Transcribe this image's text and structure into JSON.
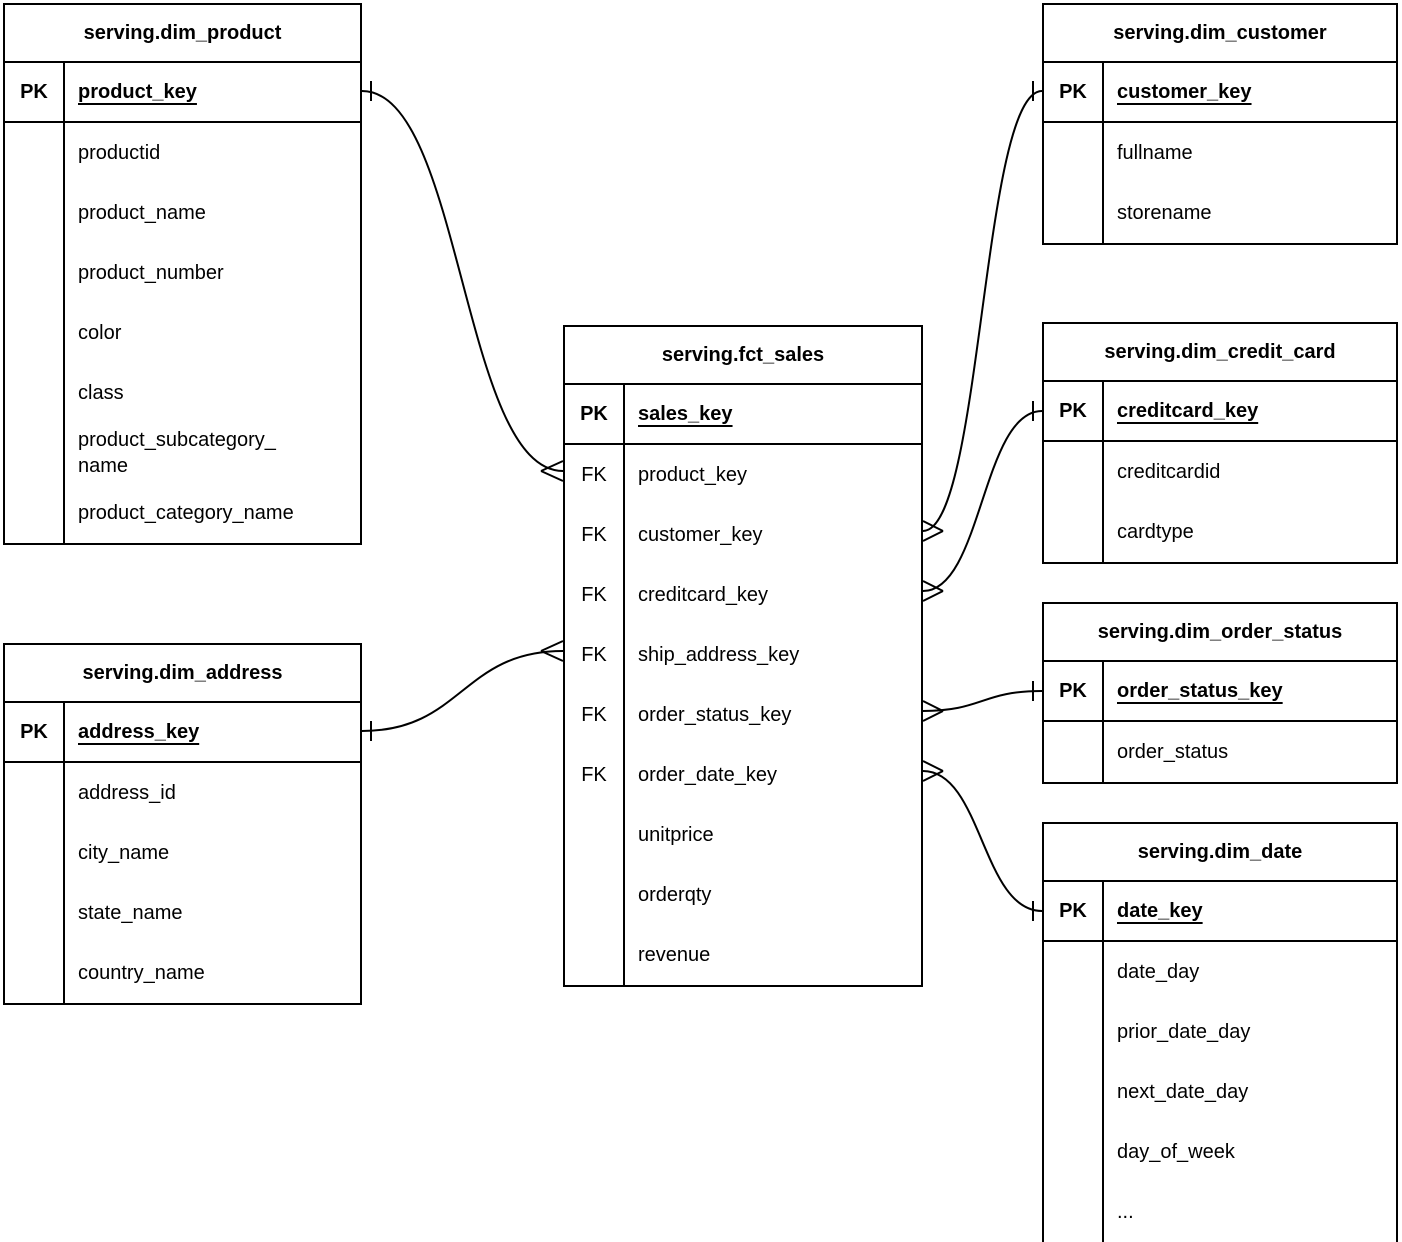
{
  "diagram": {
    "background_color": "#ffffff",
    "stroke_color": "#000000",
    "text_color": "#000000",
    "tables": [
      {
        "id": "dim_product",
        "title": "serving.dim_product",
        "pk": {
          "label": "PK",
          "field": "product_key"
        },
        "rows": [
          {
            "key": "",
            "field": "productid"
          },
          {
            "key": "",
            "field": "product_name"
          },
          {
            "key": "",
            "field": "product_number"
          },
          {
            "key": "",
            "field": "color"
          },
          {
            "key": "",
            "field": "class"
          },
          {
            "key": "",
            "field": "product_subcategory_\nname"
          },
          {
            "key": "",
            "field": "product_category_name"
          }
        ]
      },
      {
        "id": "fct_sales",
        "title": "serving.fct_sales",
        "pk": {
          "label": "PK",
          "field": "sales_key"
        },
        "rows": [
          {
            "key": "FK",
            "field": "product_key"
          },
          {
            "key": "FK",
            "field": "customer_key"
          },
          {
            "key": "FK",
            "field": "creditcard_key"
          },
          {
            "key": "FK",
            "field": "ship_address_key"
          },
          {
            "key": "FK",
            "field": "order_status_key"
          },
          {
            "key": "FK",
            "field": "order_date_key"
          },
          {
            "key": "",
            "field": "unitprice"
          },
          {
            "key": "",
            "field": "orderqty"
          },
          {
            "key": "",
            "field": "revenue"
          }
        ]
      },
      {
        "id": "dim_customer",
        "title": "serving.dim_customer",
        "pk": {
          "label": "PK",
          "field": "customer_key"
        },
        "rows": [
          {
            "key": "",
            "field": "fullname"
          },
          {
            "key": "",
            "field": "storename"
          }
        ]
      },
      {
        "id": "dim_credit_card",
        "title": "serving.dim_credit_card",
        "pk": {
          "label": "PK",
          "field": "creditcard_key"
        },
        "rows": [
          {
            "key": "",
            "field": "creditcardid"
          },
          {
            "key": "",
            "field": "cardtype"
          }
        ]
      },
      {
        "id": "dim_order_status",
        "title": "serving.dim_order_status",
        "pk": {
          "label": "PK",
          "field": "order_status_key"
        },
        "rows": [
          {
            "key": "",
            "field": "order_status"
          }
        ]
      },
      {
        "id": "dim_date",
        "title": "serving.dim_date",
        "pk": {
          "label": "PK",
          "field": "date_key"
        },
        "rows": [
          {
            "key": "",
            "field": "date_day"
          },
          {
            "key": "",
            "field": "prior_date_day"
          },
          {
            "key": "",
            "field": "next_date_day"
          },
          {
            "key": "",
            "field": "day_of_week"
          },
          {
            "key": "",
            "field": "..."
          }
        ]
      },
      {
        "id": "dim_address",
        "title": "serving.dim_address",
        "pk": {
          "label": "PK",
          "field": "address_key"
        },
        "rows": [
          {
            "key": "",
            "field": "address_id"
          },
          {
            "key": "",
            "field": "city_name"
          },
          {
            "key": "",
            "field": "state_name"
          },
          {
            "key": "",
            "field": "country_name"
          }
        ]
      }
    ],
    "relationships": [
      {
        "many_end": "serving.fct_sales.product_key",
        "one_end": "serving.dim_product.product_key"
      },
      {
        "many_end": "serving.fct_sales.ship_address_key",
        "one_end": "serving.dim_address.address_key"
      },
      {
        "many_end": "serving.fct_sales.customer_key",
        "one_end": "serving.dim_customer.customer_key"
      },
      {
        "many_end": "serving.fct_sales.creditcard_key",
        "one_end": "serving.dim_credit_card.creditcard_key"
      },
      {
        "many_end": "serving.fct_sales.order_status_key",
        "one_end": "serving.dim_order_status.order_status_key"
      },
      {
        "many_end": "serving.fct_sales.order_date_key",
        "one_end": "serving.dim_date.date_key"
      }
    ]
  }
}
